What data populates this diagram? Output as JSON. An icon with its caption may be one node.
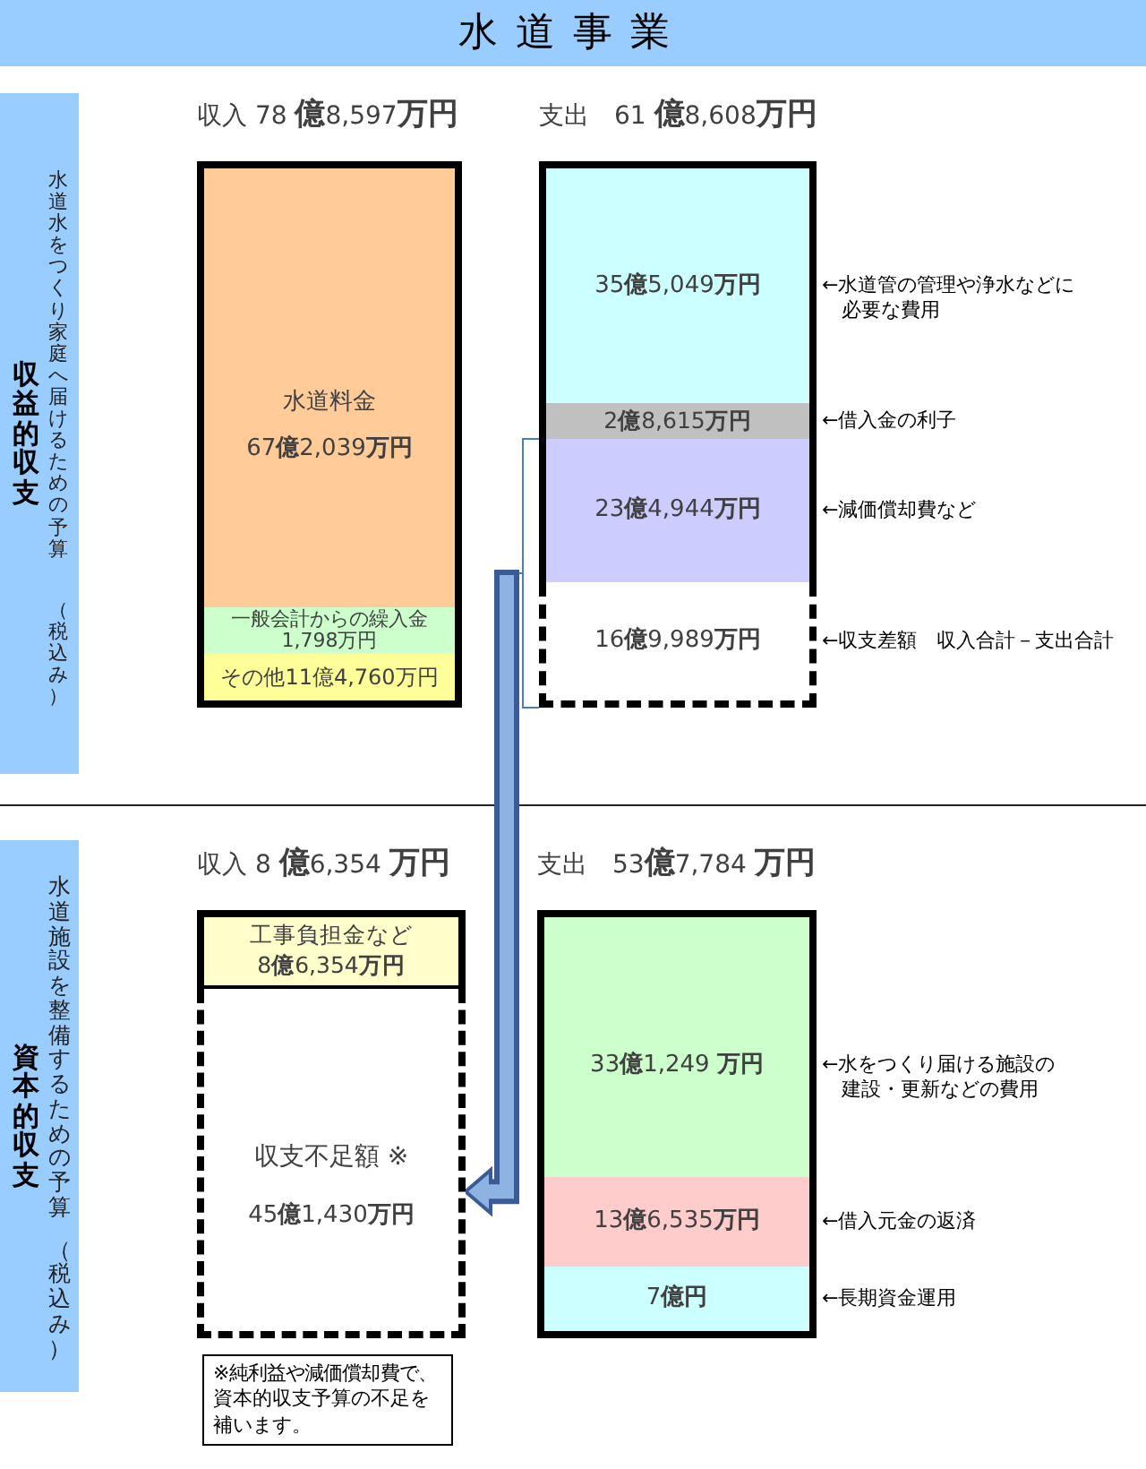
{
  "diagram": {
    "title": "水道事業",
    "nodes": [
      {
        "text": [
          "収益的収支",
          "水道水をつくり家庭へ届けるための予算",
          "（税込み）"
        ]
      },
      {
        "text": [
          "収入 78 **億**8,597**万円**"
        ]
      },
      {
        "text": [
          "水道料金",
          "67**億**2,039**万円**"
        ],
        "in": 1
      },
      {
        "text": [
          "一般会計からの繰入金",
          "1,798万円"
        ],
        "in": 1
      },
      {
        "text": [
          "その他11億4,760万円"
        ],
        "in": 1
      },
      {
        "text": [
          "支出　61 **億**8,608**万円**"
        ]
      },
      {
        "text": [
          "35**億**5,049**万円**"
        ],
        "in": 5,
        "beside": [
          "←水道管の管理や浄水などに必要な費用"
        ]
      },
      {
        "text": [
          "2**億**8,615**万円**"
        ],
        "in": 5,
        "beside": [
          "←借入金の利子"
        ]
      },
      {
        "text": [
          "23**億**4,944**万円**"
        ],
        "in": 5,
        "beside": [
          "←減価償却費など"
        ]
      },
      {
        "text": [
          "16**億**9,989**万円**"
        ],
        "in": 5,
        "beside": [
          "←収支差額　収入合計－支出合計"
        ]
      },
      {
        "text": [
          "資本的収支",
          "水道施設を整備するための予算",
          "（税込み）"
        ]
      },
      {
        "text": [
          "収入 8 **億**6,354 **万円**"
        ]
      },
      {
        "text": [
          "工事負担金など",
          "8**億**6,354**万円**"
        ],
        "in": 11
      },
      {
        "text": [
          "収支不足額 ※",
          "45**億**1,430**万円**"
        ],
        "in": 11
      },
      {
        "text": [
          "※純利益や減価償却費で、資本的収支予算の不足を補います。"
        ]
      },
      {
        "text": [
          "支出　53**億**7,784 **万円**"
        ]
      },
      {
        "text": [
          "33**億**1,249 **万円**"
        ],
        "in": 15,
        "beside": [
          "←水をつくり届ける施設の建設・更新などの費用"
        ]
      },
      {
        "text": [
          "13**億**6,535**万円**"
        ],
        "in": 15,
        "beside": [
          "←借入元金の返済"
        ]
      },
      {
        "text": [
          "7**億円**"
        ],
        "in": 15,
        "beside": [
          "←長期資金運用"
        ]
      }
    ],
    "edges": [
      {
        "from": 8,
        "to": 13,
        "arrow": "to"
      },
      {
        "from": 9,
        "to": 13,
        "arrow": "to"
      }
    ]
  }
}
